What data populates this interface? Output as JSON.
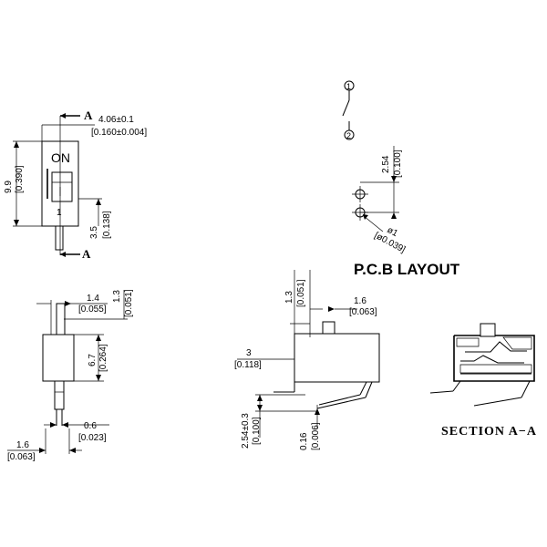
{
  "front_view": {
    "dim_width": "4.06±0.1",
    "dim_width_in": "[0.160±0.004]",
    "dim_height": "9.9",
    "dim_height_in": "[0.390]",
    "dim_body": "3.5",
    "dim_body_in": "[0.138]",
    "section_mark": "A",
    "on_text": "ON",
    "pin_mark": "1"
  },
  "schematic": {
    "pin1": "1",
    "pin2": "2"
  },
  "pcb": {
    "dim_pitch": "2.54",
    "dim_pitch_in": "[0.100]",
    "dim_hole": "ø1",
    "dim_hole_in": "[ø0.039]",
    "title": "P.C.B LAYOUT"
  },
  "top_view": {
    "dim_a": "1.4",
    "dim_a_in": "[0.055]",
    "dim_b": "1.3",
    "dim_b_in": "[0.051]",
    "dim_c": "6.7",
    "dim_c_in": "[0.264]",
    "dim_d": "0.6",
    "dim_d_in": "[0.023]",
    "dim_e": "1.6",
    "dim_e_in": "[0.063]"
  },
  "side_view": {
    "dim_a": "1.3",
    "dim_a_in": "[0.051]",
    "dim_b": "1.6",
    "dim_b_in": "[0.063]",
    "dim_c": "3",
    "dim_c_in": "[0.118]",
    "dim_d": "2.54±0.3",
    "dim_d_in": "[0.100]",
    "dim_e": "0.16",
    "dim_e_in": "[0.006]"
  },
  "section": {
    "label": "SECTION  A−A"
  }
}
